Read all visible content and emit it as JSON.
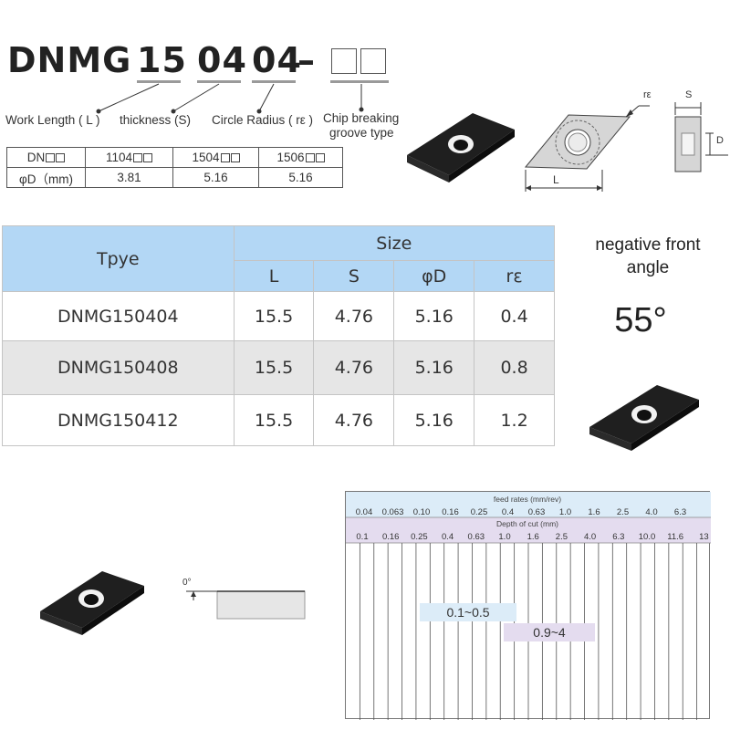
{
  "header": {
    "code_prefix": "DNMG",
    "code_part1": "15",
    "code_part2": "04",
    "code_part3": "04",
    "code_dash": "–",
    "labels": {
      "work_length": "Work Length ( L )",
      "thickness": "thickness (S)",
      "circle_radius": "Circle Radius ( rε )",
      "chip_breaking": "Chip breaking",
      "groove_type": "groove type"
    }
  },
  "small_table": {
    "row1_label": "DN",
    "row2_label": "φD（mm)",
    "columns": [
      {
        "code": "1104",
        "diameter": "3.81"
      },
      {
        "code": "1504",
        "diameter": "5.16"
      },
      {
        "code": "1506",
        "diameter": "5.16"
      }
    ]
  },
  "diagram": {
    "re_label": "rε",
    "s_label": "S",
    "l_label": "L",
    "d_label": "D"
  },
  "main_table": {
    "type_header": "Tpye",
    "size_header": "Size",
    "sub_headers": [
      "L",
      "S",
      "φD",
      "rε"
    ],
    "rows": [
      {
        "type": "DNMG150404",
        "L": "15.5",
        "S": "4.76",
        "D": "5.16",
        "r": "0.4"
      },
      {
        "type": "DNMG150408",
        "L": "15.5",
        "S": "4.76",
        "D": "5.16",
        "r": "0.8"
      },
      {
        "type": "DNMG150412",
        "L": "15.5",
        "S": "4.76",
        "D": "5.16",
        "r": "1.2"
      }
    ]
  },
  "angle_info": {
    "line1": "negative front",
    "line2": "angle",
    "value": "55°"
  },
  "side_view": {
    "label": "0°"
  },
  "chart": {
    "feed_title": "feed rates (mm/rev)",
    "feed_values": [
      "0.04",
      "0.063",
      "0.10",
      "0.16",
      "0.25",
      "0.4",
      "0.63",
      "1.0",
      "1.6",
      "2.5",
      "4.0",
      "6.3"
    ],
    "depth_title": "Depth of cut (mm)",
    "depth_values": [
      "0.1",
      "0.16",
      "0.25",
      "0.4",
      "0.63",
      "1.0",
      "1.6",
      "2.5",
      "4.0",
      "6.3",
      "10.0",
      "11.6",
      "13"
    ],
    "feed_range": "0.1~0.5",
    "depth_range": "0.9~4",
    "feed_color": "#dcecf8",
    "depth_color": "#e4dcef"
  }
}
